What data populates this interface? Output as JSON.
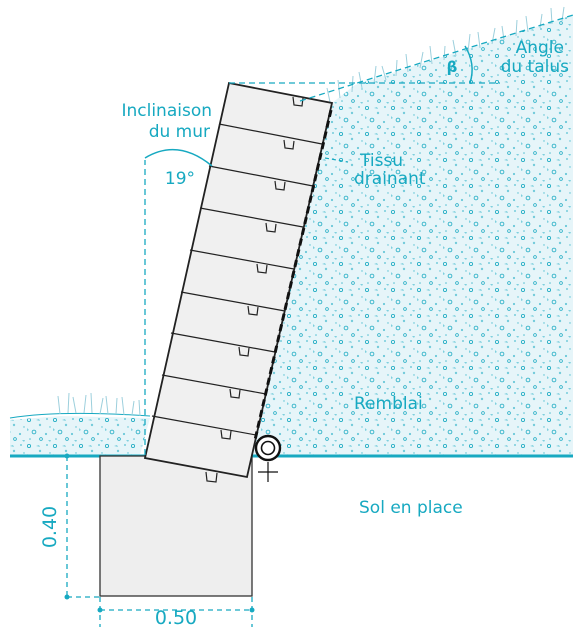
{
  "colors": {
    "accent": "#17a9c1",
    "fill_soil": "#e4f4f8",
    "block_fill": "#f0f0f0",
    "block_stroke": "#222222",
    "grass": "#b8dde6"
  },
  "labels": {
    "angle_talus_line1": "Angle",
    "angle_talus_line2": "du talus",
    "beta": "β",
    "inclinaison_line1": "Inclinaison",
    "inclinaison_line2": "du mur",
    "angle_value": "19°",
    "tissu_line1": "Tissu",
    "tissu_line2": "drainant",
    "remblai": "Remblai",
    "sol_en_place": "Sol en place",
    "height_dim": "0.40",
    "width_dim": "0.50"
  },
  "icons": [
    "drain-pipe-icon",
    "grass-tuft-icon",
    "dimension-arrow-icon"
  ]
}
